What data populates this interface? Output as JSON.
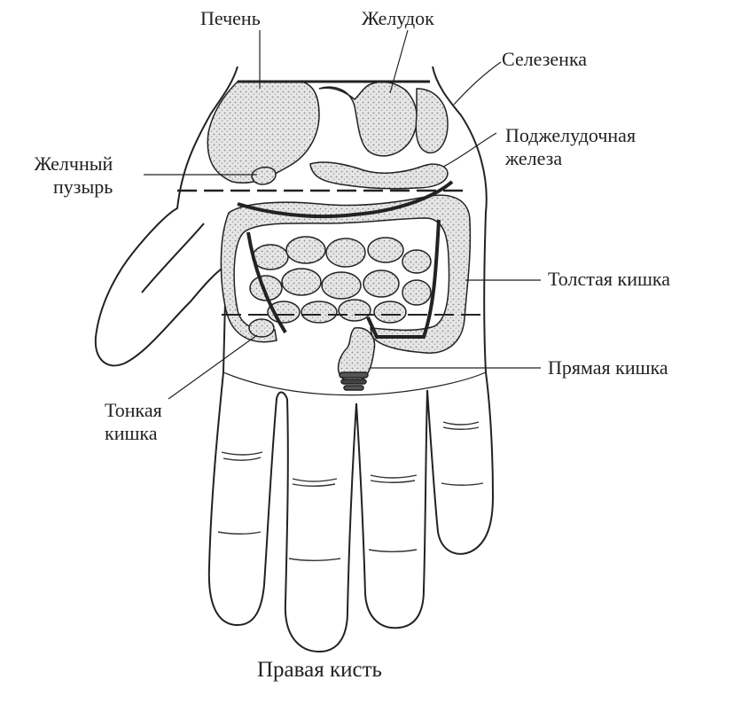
{
  "labels": {
    "liver": "Печень",
    "stomach": "Желудок",
    "spleen": "Селезенка",
    "pancreas_line1": "Поджелудочная",
    "pancreas_line2": "железа",
    "gallbladder_line1": "Желчный",
    "gallbladder_line2": "пузырь",
    "large_intestine": "Толстая кишка",
    "rectum": "Прямая кишка",
    "small_intestine_line1": "Тонкая",
    "small_intestine_line2": "кишка"
  },
  "caption": "Правая кисть",
  "colors": {
    "ink": "#222222",
    "organ_fill": "#d9d9d9",
    "background": "#ffffff"
  }
}
